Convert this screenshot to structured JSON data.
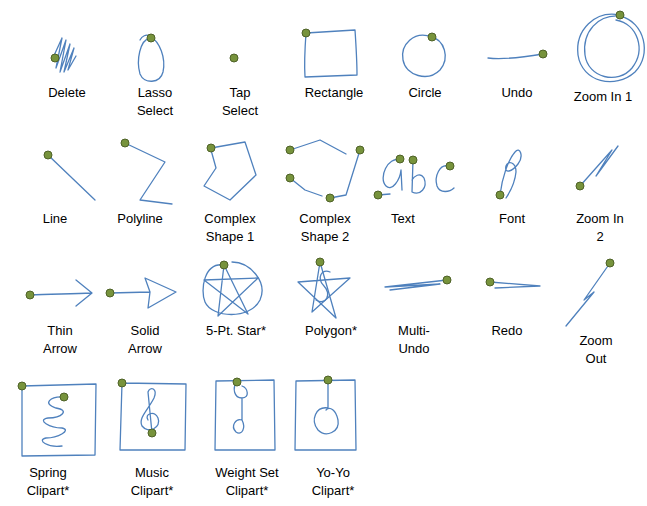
{
  "diagram": {
    "labels": [
      "Delete",
      "Lasso Select",
      "Tap Select",
      "Rectangle",
      "Circle",
      "Undo",
      "Zoom In 1",
      "Line",
      "Polyline",
      "Complex Shape 1",
      "Complex Shape 2",
      "Text",
      "Font",
      "Zoom In 2",
      "Thin Arrow",
      "Solid Arrow",
      "5-Pt. Star*",
      "Polygon*",
      "Multi-Undo",
      "Redo",
      "Zoom Out",
      "Spring Clipart*",
      "Music Clipart*",
      "Weight Set Clipart*",
      "Yo-Yo Clipart*"
    ]
  }
}
